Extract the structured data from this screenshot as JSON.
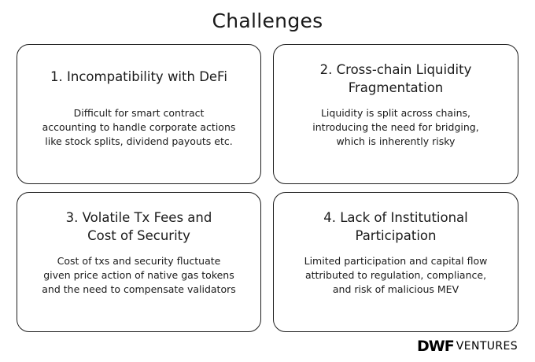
{
  "title": "Challenges",
  "cards": [
    {
      "title": "1. Incompatibility with DeFi",
      "body_lines": [
        "Difficult for smart contract",
        "accounting to handle corporate actions",
        "like stock splits, dividend payouts etc."
      ]
    },
    {
      "title_lines": [
        "2. Cross-chain Liquidity",
        "Fragmentation"
      ],
      "body_lines": [
        "Liquidity is split across chains,",
        "introducing the need for bridging,",
        "which is inherently risky"
      ]
    },
    {
      "title_lines": [
        "3. Volatile Tx Fees and",
        "Cost of Security"
      ],
      "body_lines": [
        "Cost of txs and security fluctuate",
        "given price action of native gas tokens",
        "and the need to compensate validators"
      ]
    },
    {
      "title_lines": [
        "4. Lack of Institutional",
        "Participation"
      ],
      "body_lines": [
        "Limited participation and capital flow",
        "attributed to regulation, compliance,",
        "and risk of malicious MEV"
      ]
    }
  ],
  "logo": {
    "brand": "DWF",
    "suffix": "VENTURES"
  }
}
